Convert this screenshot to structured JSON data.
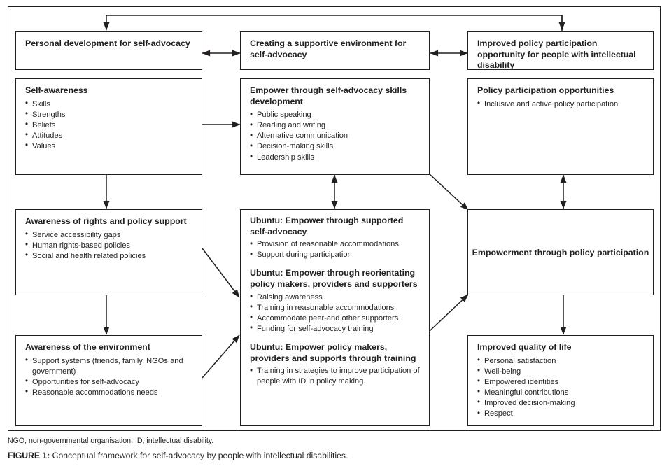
{
  "figure": {
    "abbreviations": "NGO, non-governmental organisation; ID, intellectual disability.",
    "caption_lead": "FIGURE 1:",
    "caption_text": " Conceptual framework for self-advocacy by people with intellectual disabilities.",
    "line_color": "#231f20",
    "background": "#ffffff"
  },
  "boxes": {
    "personal_development": {
      "title": "Personal development for self-advocacy"
    },
    "self_awareness": {
      "title": "Self-awareness",
      "items": [
        "Skills",
        "Strengths",
        "Beliefs",
        "Attitudes",
        "Values"
      ]
    },
    "awareness_rights": {
      "title": "Awareness of rights and policy support",
      "items": [
        "Service accessibility gaps",
        "Human rights-based policies",
        "Social and health related policies"
      ]
    },
    "awareness_environment": {
      "title": "Awareness of the environment",
      "items": [
        "Support systems (friends, family, NGOs and government)",
        "Opportunities for self-advocacy",
        "Reasonable accommodations needs"
      ]
    },
    "supportive_environment": {
      "title": "Creating a supportive environment for self-advocacy"
    },
    "empower_skills": {
      "title": "Empower through self-advocacy skills development",
      "items": [
        "Public speaking",
        "Reading and writing",
        "Alternative communication",
        "Decision-making skills",
        "Leadership skills"
      ]
    },
    "ubuntu": {
      "group1_title": "Ubuntu: Empower through supported self-advocacy",
      "group1_items": [
        "Provision of reasonable accommodations",
        "Support during participation"
      ],
      "group2_title": "Ubuntu: Empower through reorientating policy makers, providers and supporters",
      "group2_items": [
        "Raising awareness",
        "Training in reasonable accommodations",
        "Accommodate peer-and other supporters",
        "Funding for self-advocacy training"
      ],
      "group3_title": "Ubuntu: Empower policy makers, providers and supports through training",
      "group3_items": [
        "Training in strategies to improve participation of people with ID in policy making."
      ]
    },
    "improved_policy": {
      "title": "Improved policy participation opportunity for people with intellectual disability"
    },
    "policy_opportunities": {
      "title": "Policy participation opportunities",
      "items": [
        "Inclusive and active policy participation"
      ]
    },
    "empowerment": {
      "title": "Empowerment through policy participation"
    },
    "quality_of_life": {
      "title": "Improved quality of life",
      "items": [
        "Personal satisfaction",
        "Well-being",
        "Empowered identities",
        "Meaningful contributions",
        "Improved decision-making",
        "Respect"
      ]
    }
  }
}
